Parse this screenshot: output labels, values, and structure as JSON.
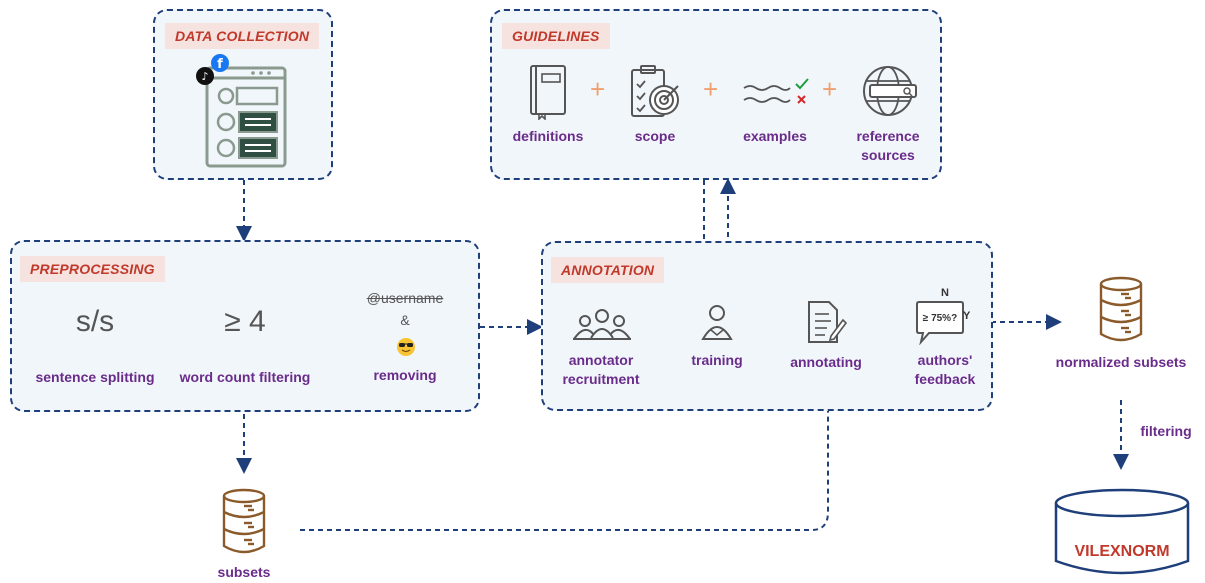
{
  "data_collection": {
    "title": "DATA COLLECTION"
  },
  "guidelines": {
    "title": "GUIDELINES",
    "items": [
      "definitions",
      "scope",
      "examples",
      "reference\nsources"
    ]
  },
  "preprocessing": {
    "title": "PREPROCESSING",
    "split_symbol": "s/s",
    "split_label": "sentence splitting",
    "count_symbol": "≥ 4",
    "count_label": "word count filtering",
    "remove_username": "@username",
    "remove_amp": "&",
    "remove_label": "removing"
  },
  "annotation": {
    "title": "ANNOTATION",
    "steps": [
      "annotator\nrecruitment",
      "training",
      "annotating",
      "authors'\nfeedback"
    ],
    "threshold": "≥ 75%?",
    "no_label": "N",
    "yes_label": "Y"
  },
  "outputs": {
    "subsets": "subsets",
    "normalized": "normalized subsets",
    "filtering": "filtering",
    "dataset": "VILEXNORM"
  },
  "colors": {
    "arrow": "#1f3f7a",
    "label": "#6a2c8a",
    "tag": "#c0392b",
    "accent": "#f0a070",
    "db": "#8b5a2b"
  }
}
